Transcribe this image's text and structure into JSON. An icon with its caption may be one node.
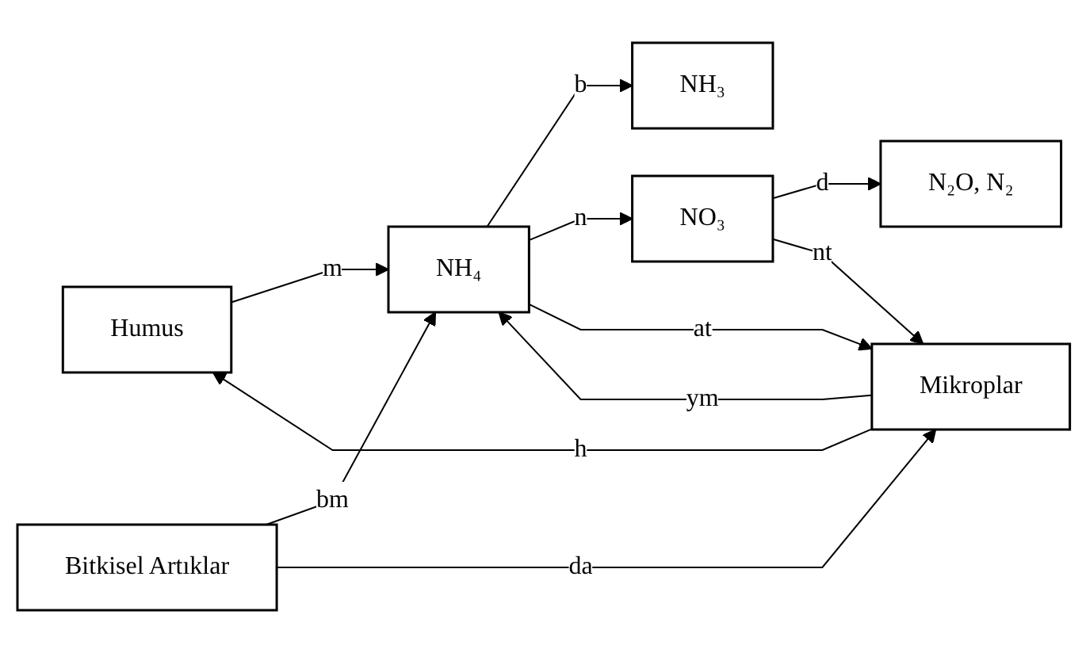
{
  "diagram": {
    "nodes": [
      {
        "text": [
          "Humus"
        ]
      },
      {
        "text": [
          "NH₃"
        ]
      },
      {
        "text": [
          "N₂O, N₂"
        ]
      },
      {
        "text": [
          "NH₄"
        ]
      },
      {
        "text": [
          "NO₃"
        ]
      },
      {
        "text": [
          "Bitkisel Artıklar"
        ]
      },
      {
        "text": [
          "Mikroplar"
        ]
      }
    ],
    "edges": [
      {
        "from": 0,
        "to": 3,
        "arrow": "to",
        "label": "m"
      },
      {
        "from": 5,
        "to": 3,
        "arrow": "to",
        "label": "bm"
      },
      {
        "from": 3,
        "to": 1,
        "arrow": "to",
        "label": "b"
      },
      {
        "from": 3,
        "to": 4,
        "arrow": "to",
        "label": "n"
      },
      {
        "from": 4,
        "to": 2,
        "arrow": "to",
        "label": "d"
      },
      {
        "from": 3,
        "to": 6,
        "arrow": "to",
        "label": "at"
      },
      {
        "from": 6,
        "to": 3,
        "arrow": "to",
        "label": "ym"
      },
      {
        "from": 4,
        "to": 6,
        "arrow": "to",
        "label": "nt"
      },
      {
        "from": 5,
        "to": 6,
        "arrow": "to",
        "label": "da"
      },
      {
        "from": 6,
        "to": 0,
        "arrow": "to",
        "label": "h"
      }
    ]
  }
}
